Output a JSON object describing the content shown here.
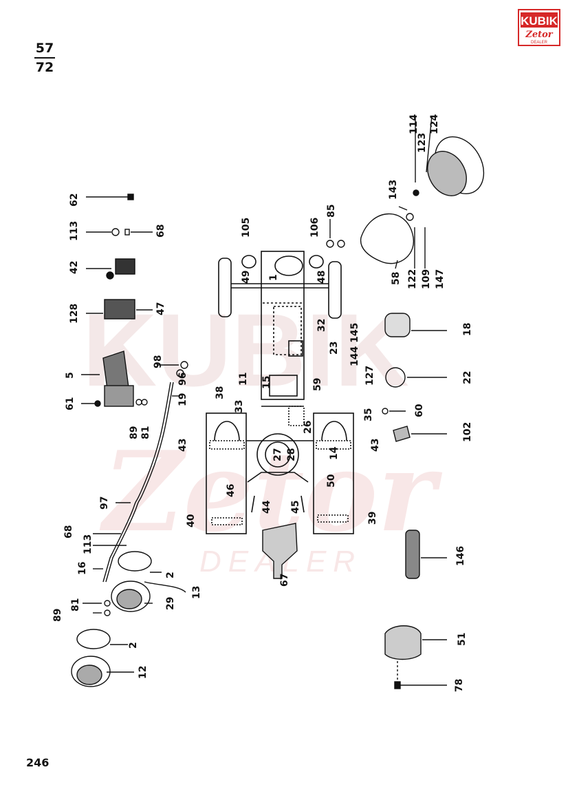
{
  "page": {
    "number": "246",
    "fraction_top": "57",
    "fraction_bottom": "72"
  },
  "brand": {
    "name": "KUBIK",
    "sub": "Zetor",
    "dealer": "DEALER",
    "color": "#d62828"
  },
  "watermark": {
    "line1": "KUBIK",
    "line2": "Zetor",
    "line3": "DEALER",
    "color": "#f2c4c4"
  },
  "callouts": {
    "c1": "1",
    "c2a": "2",
    "c2b": "2",
    "c5": "5",
    "c11": "11",
    "c12": "12",
    "c13": "13",
    "c14": "14",
    "c15": "15",
    "c16": "16",
    "c18": "18",
    "c19": "19",
    "c22": "22",
    "c23": "23",
    "c26": "26",
    "c27": "27",
    "c28": "28",
    "c29": "29",
    "c32": "32",
    "c33": "33",
    "c35": "35",
    "c38": "38",
    "c39": "39",
    "c40": "40",
    "c42": "42",
    "c43a": "43",
    "c43b": "43",
    "c44": "44",
    "c45": "45",
    "c46": "46",
    "c47": "47",
    "c48": "48",
    "c49": "49",
    "c50": "50",
    "c51": "51",
    "c58": "58",
    "c59": "59",
    "c60": "60",
    "c61": "61",
    "c62": "62",
    "c67": "67",
    "c68a": "68",
    "c68b": "68",
    "c78": "78",
    "c81a": "81",
    "c81b": "81",
    "c85": "85",
    "c89a": "89",
    "c89b": "89",
    "c96": "96",
    "c97": "97",
    "c98": "98",
    "c102": "102",
    "c105": "105",
    "c106": "106",
    "c109": "109",
    "c113a": "113",
    "c113b": "113",
    "c114": "114",
    "c122": "122",
    "c123": "123",
    "c124": "124",
    "c127": "127",
    "c128": "128",
    "c143": "143",
    "c144145": "144 145",
    "c146": "146",
    "c147": "147"
  }
}
